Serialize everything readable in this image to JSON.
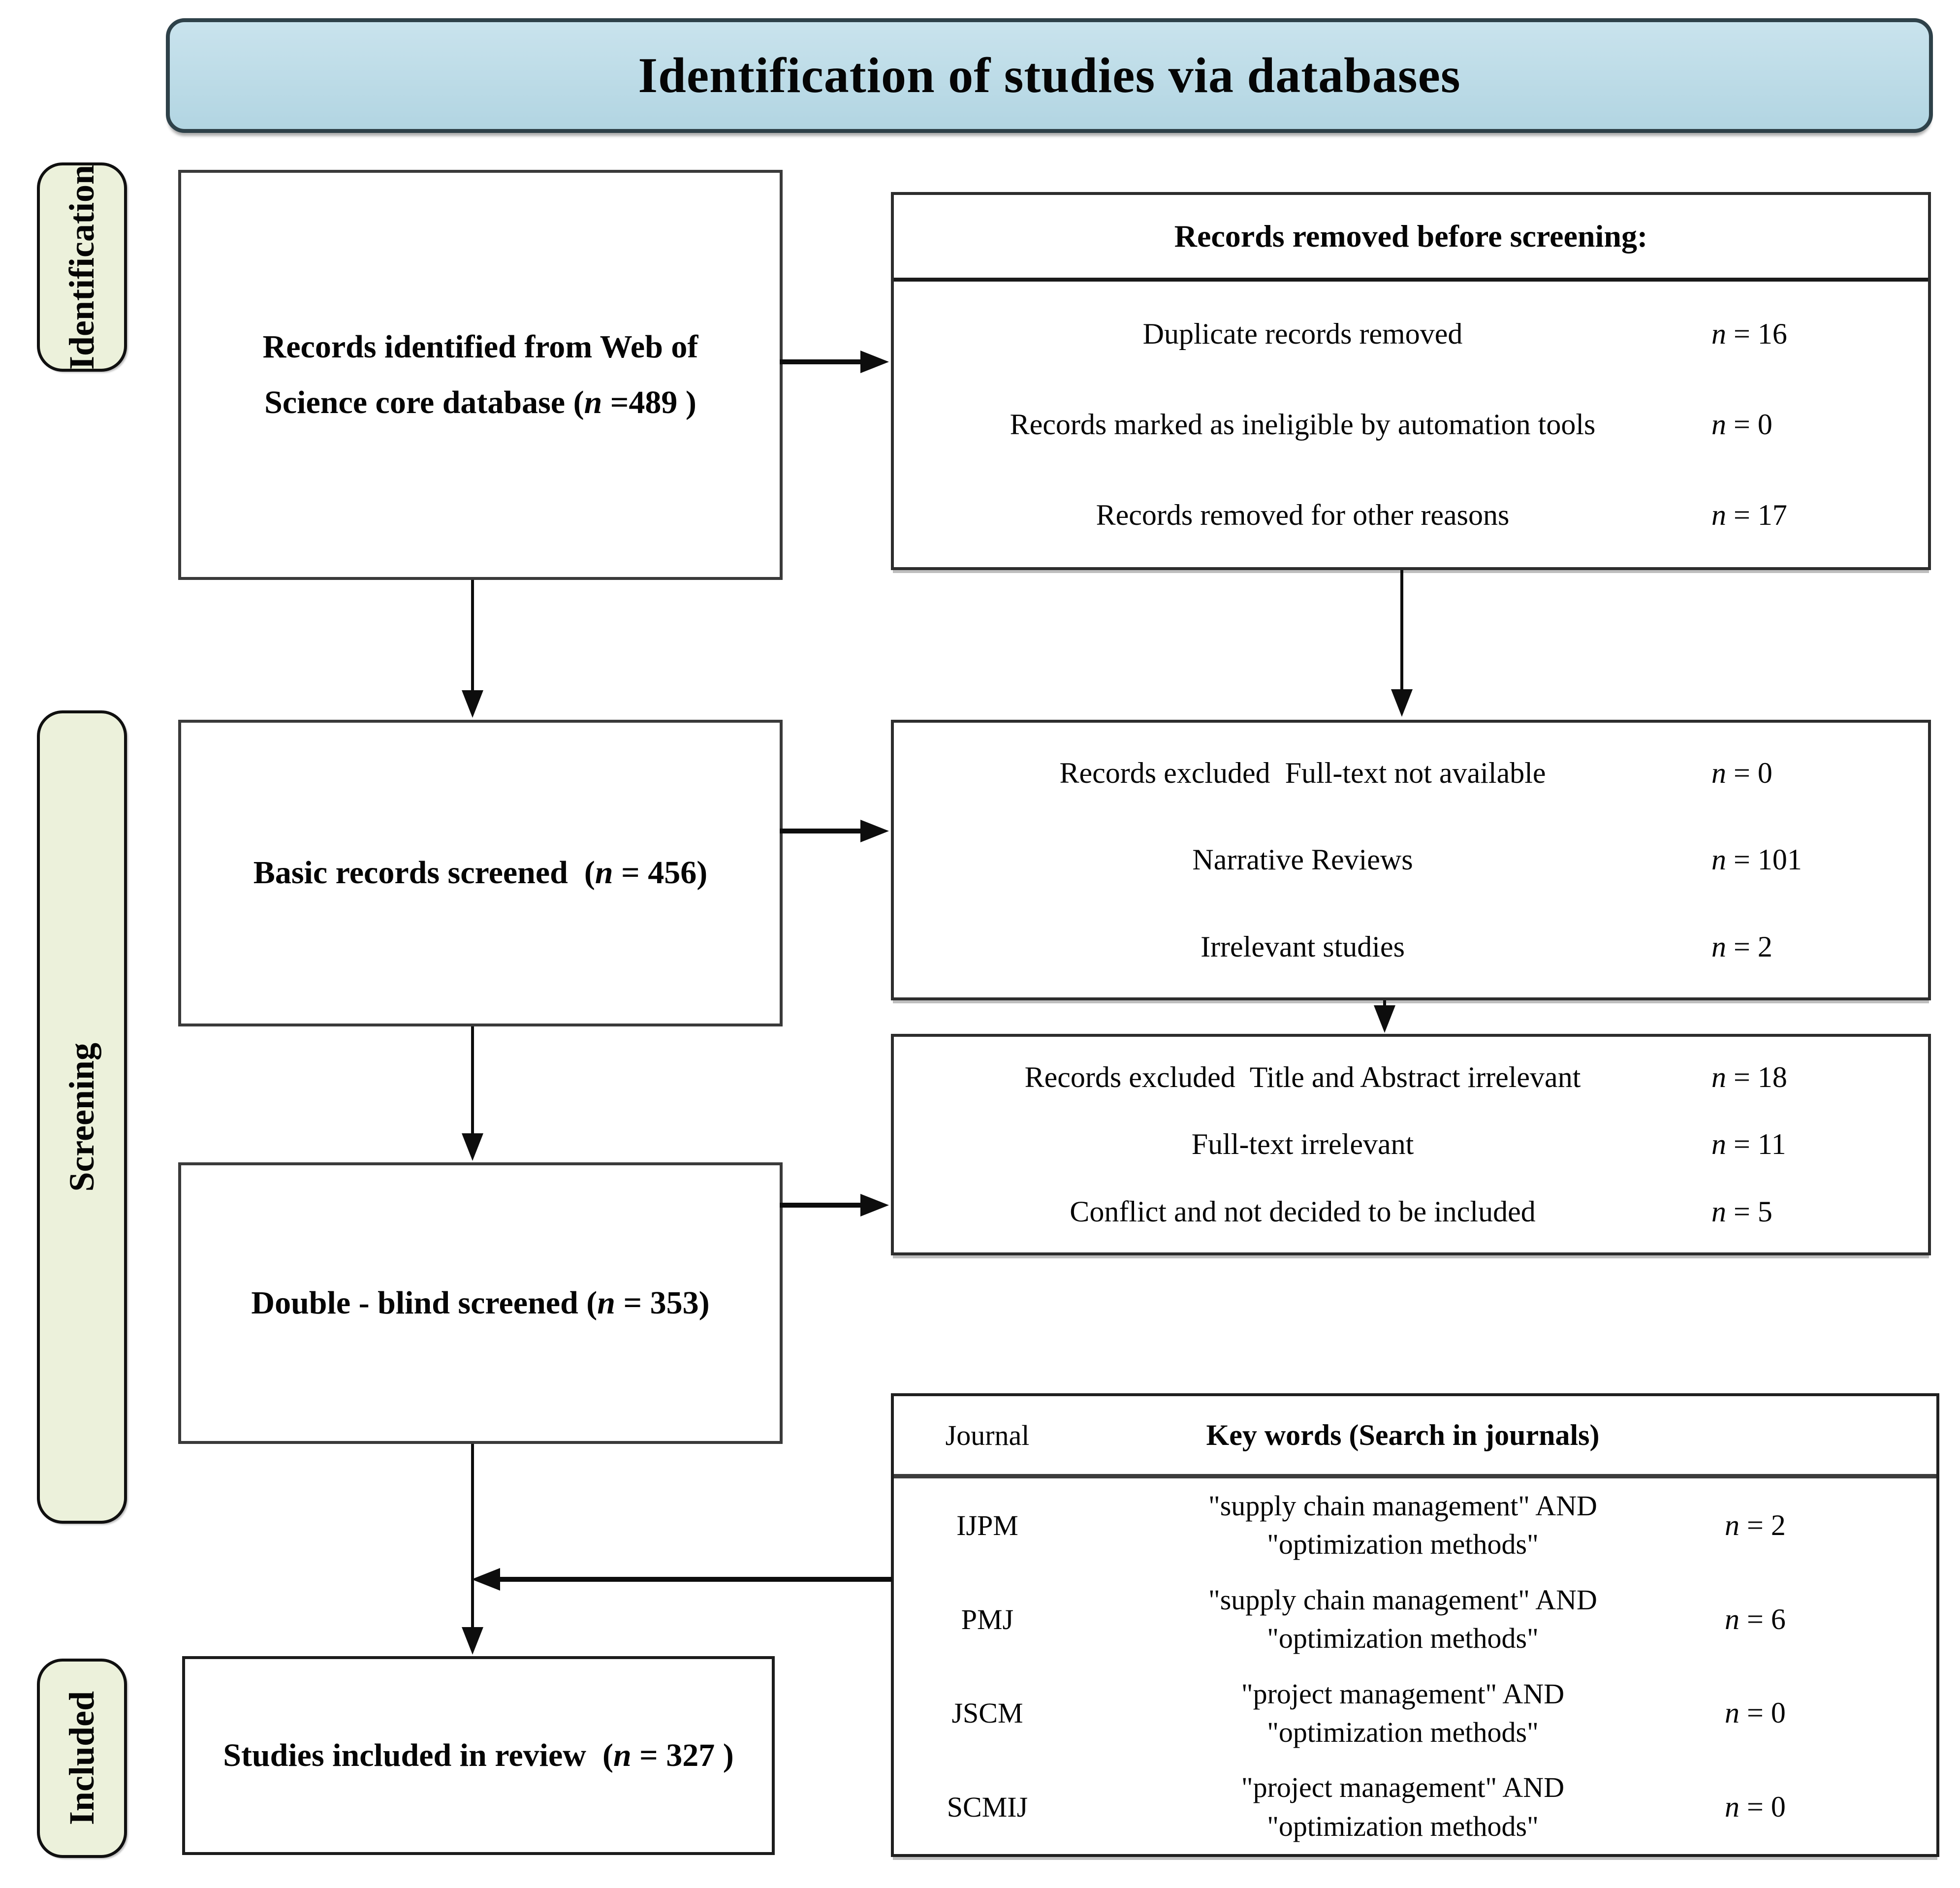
{
  "banner": {
    "title": "Identification of studies via databases"
  },
  "rail": {
    "identification": "Identification",
    "screening": "Screening",
    "included": "Included"
  },
  "boxes": {
    "identified": {
      "line1": "Records identified from Web of",
      "line2_pre": "Science core database (",
      "var": "n",
      "line2_post": " =489 )"
    },
    "screened": {
      "pre": "Basic records screened  (",
      "var": "n",
      "post": " = 456)"
    },
    "double_blind": {
      "pre": "Double - blind screened (",
      "var": "n",
      "post": " = 353)"
    },
    "included": {
      "pre": "Studies included in review  (",
      "var": "n",
      "post": " = 327 )"
    }
  },
  "right_boxes": {
    "removed_before": {
      "title": "Records removed before screening:",
      "rows": [
        {
          "label": "Duplicate records removed",
          "var": "n",
          "value": " = 16"
        },
        {
          "label": "Records marked as ineligible by automation tools",
          "var": "n",
          "value": " = 0"
        },
        {
          "label": "Records removed for other reasons",
          "var": "n",
          "value": " = 17"
        }
      ]
    },
    "excluded_screen": {
      "rows": [
        {
          "label": "Records excluded  Full-text not available",
          "var": "n",
          "value": " = 0"
        },
        {
          "label": "Narrative Reviews",
          "var": "n",
          "value": " = 101"
        },
        {
          "label": "Irrelevant studies",
          "var": "n",
          "value": " = 2"
        }
      ]
    },
    "excluded_fulltext": {
      "rows": [
        {
          "label": "Records excluded  Title and Abstract irrelevant",
          "var": "n",
          "value": " = 18"
        },
        {
          "label": "Full-text irrelevant",
          "var": "n",
          "value": " = 11"
        },
        {
          "label": "Conflict and not decided to be included",
          "var": "n",
          "value": " = 5"
        }
      ]
    }
  },
  "journal_table": {
    "header": {
      "journal": "Journal",
      "keywords": "Key words (Search in journals)"
    },
    "rows": [
      {
        "journal": "IJPM",
        "kw1": "\"supply chain management\" AND",
        "kw2": "\"optimization methods\"",
        "var": "n",
        "value": " = 2"
      },
      {
        "journal": "PMJ",
        "kw1": "\"supply chain management\" AND",
        "kw2": "\"optimization methods\"",
        "var": "n",
        "value": " = 6"
      },
      {
        "journal": "JSCM",
        "kw1": "\"project management\" AND",
        "kw2": "\"optimization methods\"",
        "var": "n",
        "value": " = 0"
      },
      {
        "journal": "SCMIJ",
        "kw1": "\"project management\" AND",
        "kw2": "\"optimization methods\"",
        "var": "n",
        "value": " = 0"
      }
    ]
  },
  "colors": {
    "banner_fill": "#bcdce9",
    "rail_fill": "#ecf1db",
    "box_border": "#3a3a3a",
    "line": "#0d0d0d"
  }
}
